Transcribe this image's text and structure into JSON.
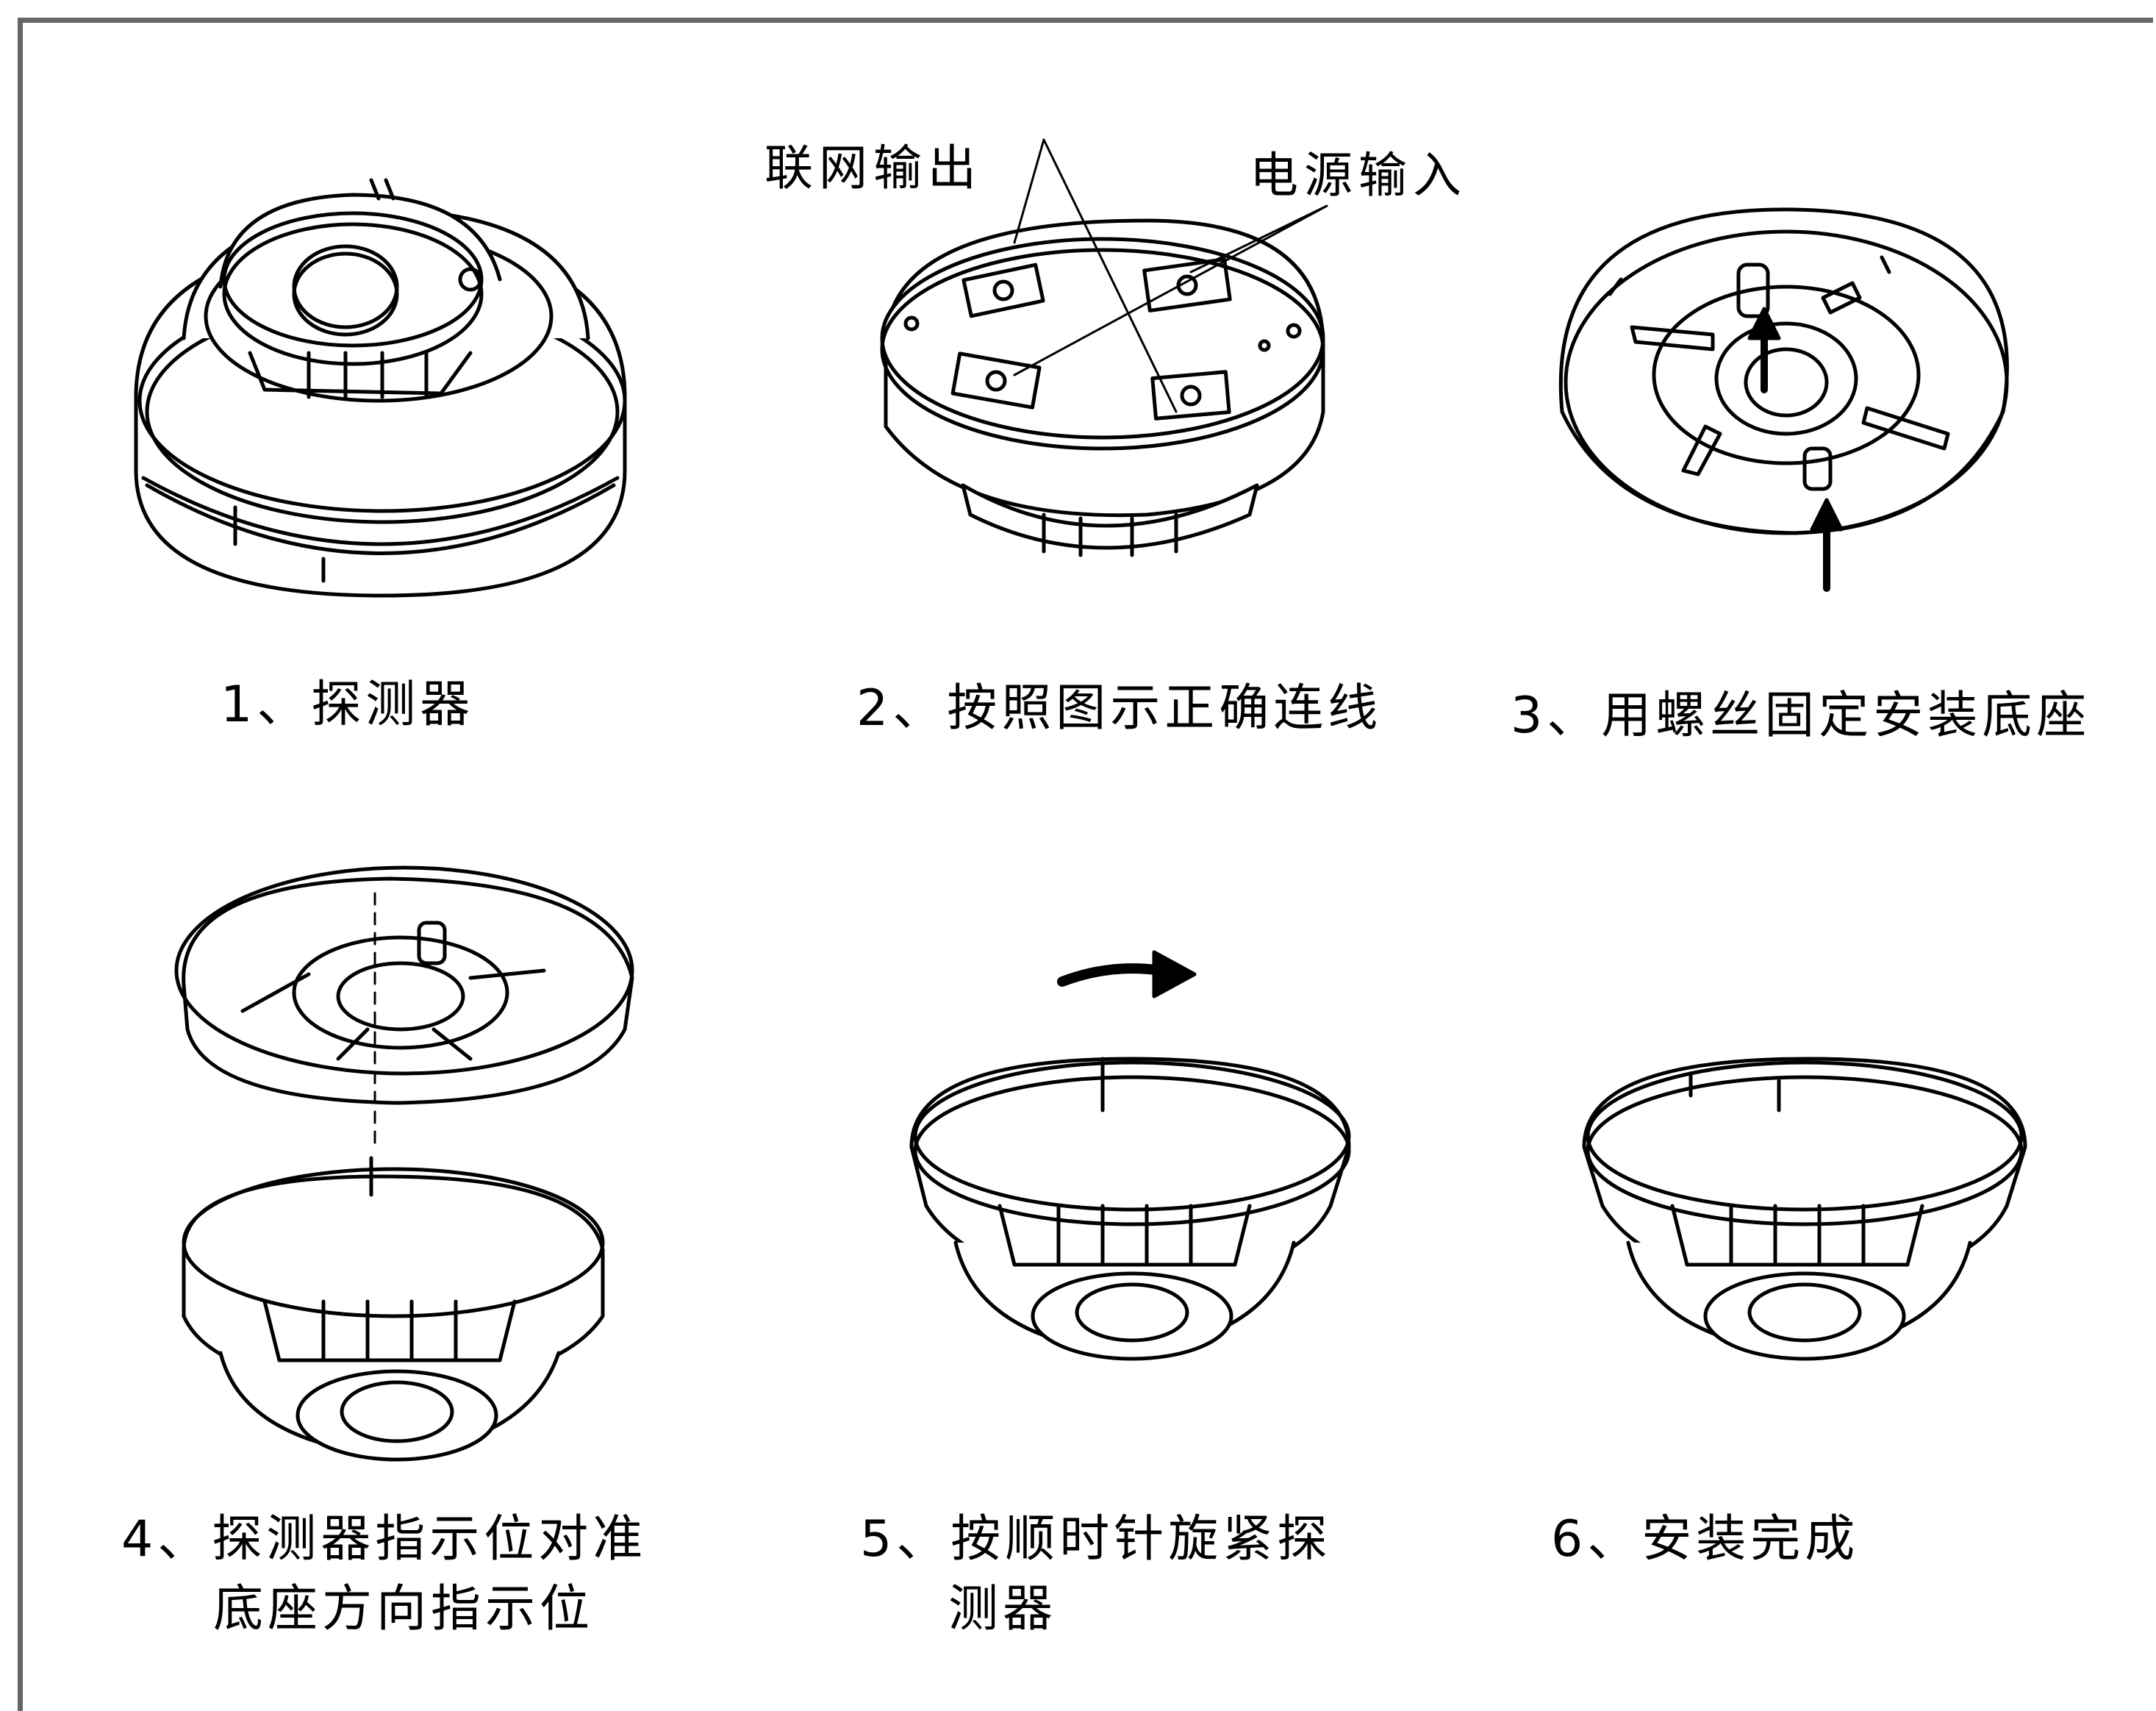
{
  "callouts": {
    "network_output": "联网输出",
    "power_input": "电源输入"
  },
  "steps": [
    {
      "label": "1、探测器"
    },
    {
      "label": "2、按照图示正确连线"
    },
    {
      "label": "3、用螺丝固定安装底座"
    },
    {
      "label": "4、探测器指示位对准",
      "label2": "底座方向指示位"
    },
    {
      "label": "5、按顺时针旋紧探",
      "label2": "测器"
    },
    {
      "label": "6、安装完成"
    }
  ],
  "colors": {
    "line": "#000000",
    "frame": "#666666",
    "fill": "#ffffff"
  },
  "icons": [
    "detector-illustration",
    "base-wiring-illustration",
    "base-mounting-illustration",
    "alignment-illustration",
    "clockwise-arrow-icon",
    "installed-detector-illustration"
  ]
}
